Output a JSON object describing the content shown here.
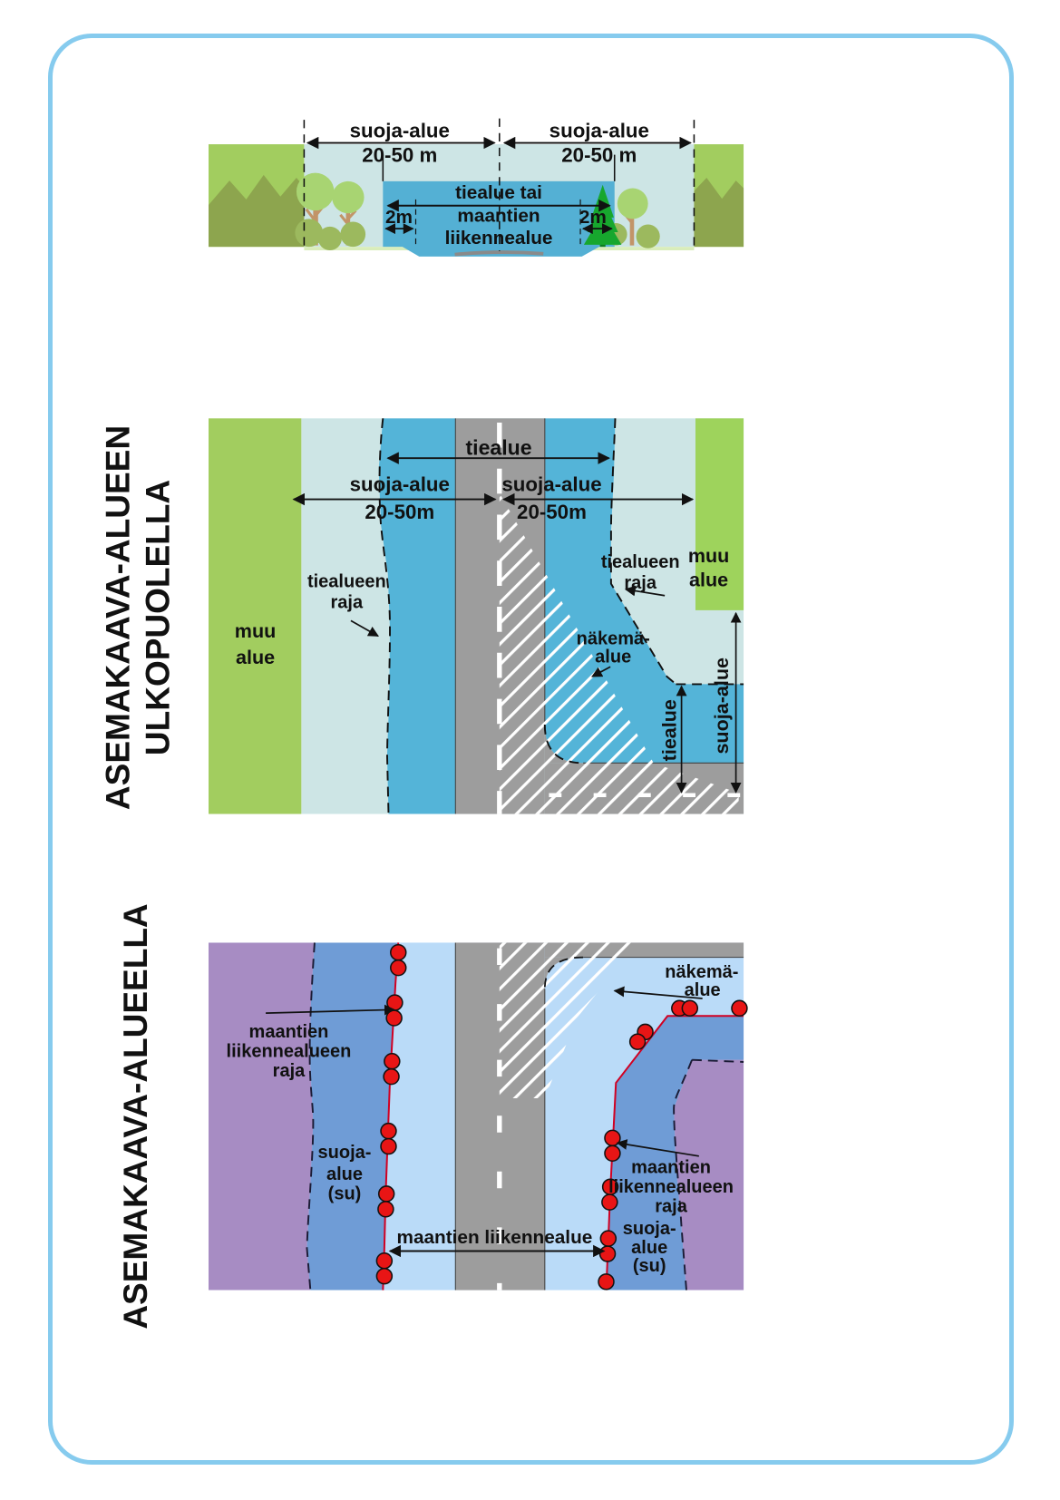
{
  "sections": {
    "outside_plan_1": "ASEMAKAAVA-ALUEEN",
    "outside_plan_2": "ULKOPUOLELLA",
    "inside_plan": "ASEMAKAAVA-ALUEELLA"
  },
  "top": {
    "suoja_alue_left": "suoja-alue",
    "dim_left": "20-50 m",
    "suoja_alue_right": "suoja-alue",
    "dim_right": "20-50 m",
    "roadarea_1": "tiealue tai",
    "roadarea_2": "maantien",
    "roadarea_3": "liikennealue",
    "margin_left": "2m",
    "margin_right": "2m"
  },
  "middle": {
    "tiealue": "tiealue",
    "suoja_alue_left": "suoja-alue",
    "dim_left": "20-50m",
    "suoja_alue_right": "suoja-alue",
    "dim_right": "20-50m",
    "muu_alue_left_1": "muu",
    "muu_alue_left_2": "alue",
    "muu_alue_right_1": "muu",
    "muu_alue_right_2": "alue",
    "tiealueen_raja_left_1": "tiealueen",
    "tiealueen_raja_left_2": "raja",
    "tiealueen_raja_right_1": "tiealueen",
    "tiealueen_raja_right_2": "raja",
    "nakema_1": "näkemä-",
    "nakema_2": "alue",
    "tiealue_vertical": "tiealue",
    "suoja_alue_vertical": "suoja-alue"
  },
  "bottom": {
    "nakema_1": "näkemä-",
    "nakema_2": "alue",
    "raja_left_1": "maantien",
    "raja_left_2": "liikennealueen",
    "raja_left_3": "raja",
    "suoja_left_1": "suoja-",
    "suoja_left_2": "alue",
    "suoja_left_3": "(su)",
    "liikennealue": "maantien liikennealue",
    "raja_right_1": "maantien",
    "raja_right_2": "liikennealueen",
    "raja_right_3": "raja",
    "suoja_right_1": "suoja-",
    "suoja_right_2": "alue",
    "suoja_right_3": "(su)"
  },
  "colors": {
    "frame": "#86cbee",
    "green": "#a2cd5f",
    "olive_mountain": "#8da54e",
    "cyan_protection": "#cde5e5",
    "blue_roadarea": "#54b4d8",
    "road_gray": "#9d9d9d",
    "purple_other": "#a78cc3",
    "slate_blue_protection": "#6f9cd6",
    "pale_blue_traffic": "#badbf8",
    "red_marker": "#e81515",
    "red_boundary": "#d10022"
  }
}
